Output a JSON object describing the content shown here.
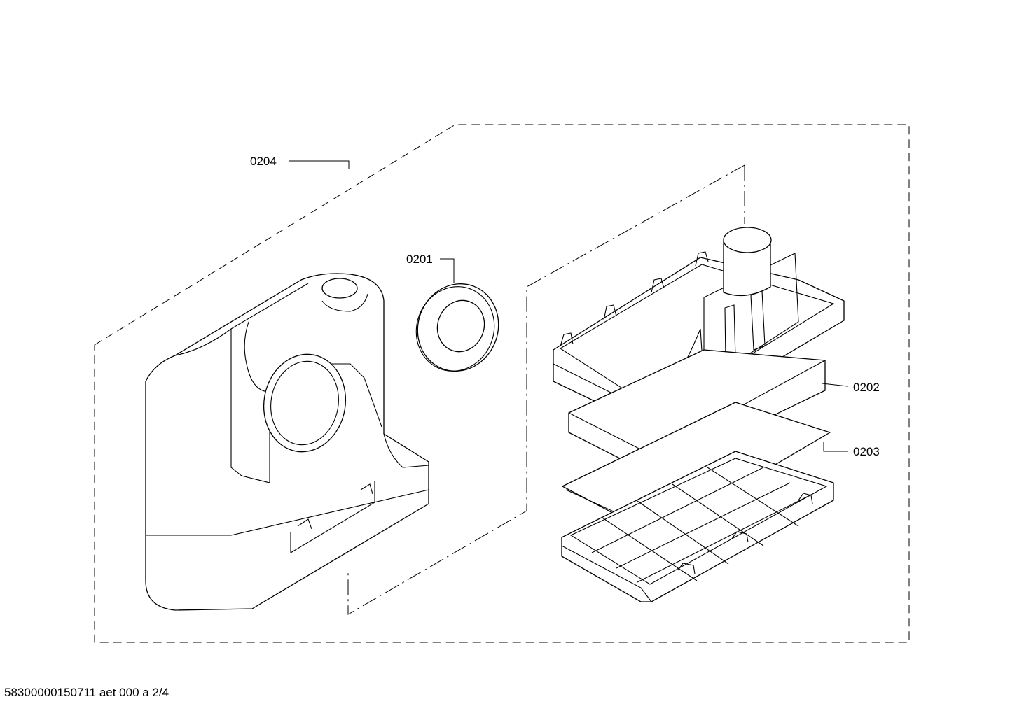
{
  "labels": {
    "housing": "0204",
    "seal_ring": "0201",
    "filter_frame": "0202",
    "filter_mat": "0203"
  },
  "footer": "58300000150711 aet 000 a 2/4"
}
